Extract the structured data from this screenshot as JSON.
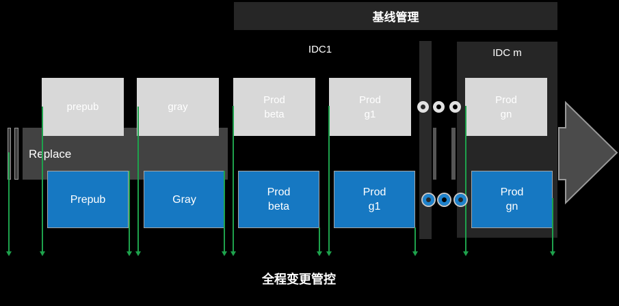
{
  "labels": {
    "banner": "基线管理",
    "idc1": "IDC1",
    "idcm": "IDC m",
    "replace": "Replace",
    "caption": "全程变更管控"
  },
  "stages": [
    {
      "name": "prepub",
      "top_label": "prepub",
      "bottom_label": "Prepub"
    },
    {
      "name": "gray",
      "top_label": "gray",
      "bottom_label": "Gray"
    },
    {
      "name": "prod-beta",
      "top_label": "Prod\nbeta",
      "bottom_label": "Prod\nbeta"
    },
    {
      "name": "prod-g1",
      "top_label": "Prod\ng1",
      "bottom_label": "Prod\ng1"
    },
    {
      "name": "prod-gn",
      "top_label": "Prod\ngn",
      "bottom_label": "Prod\ngn"
    }
  ],
  "colors": {
    "background": "#000000",
    "panel": "#262626",
    "bar": "#2A2A2A",
    "band": "#424242",
    "band_segment": "#565656",
    "box_gray": "#D8D8D8",
    "box_blue": "#1678C2",
    "box_blue_border": "#A6A6A6",
    "green": "#1EA24C",
    "arrow_fill": "#4B4B4B",
    "arrow_border": "#9A9A9A",
    "ring_light": "#E2E2E2",
    "ring_blue": "#1E82CC",
    "text": "#FFFFFF"
  }
}
